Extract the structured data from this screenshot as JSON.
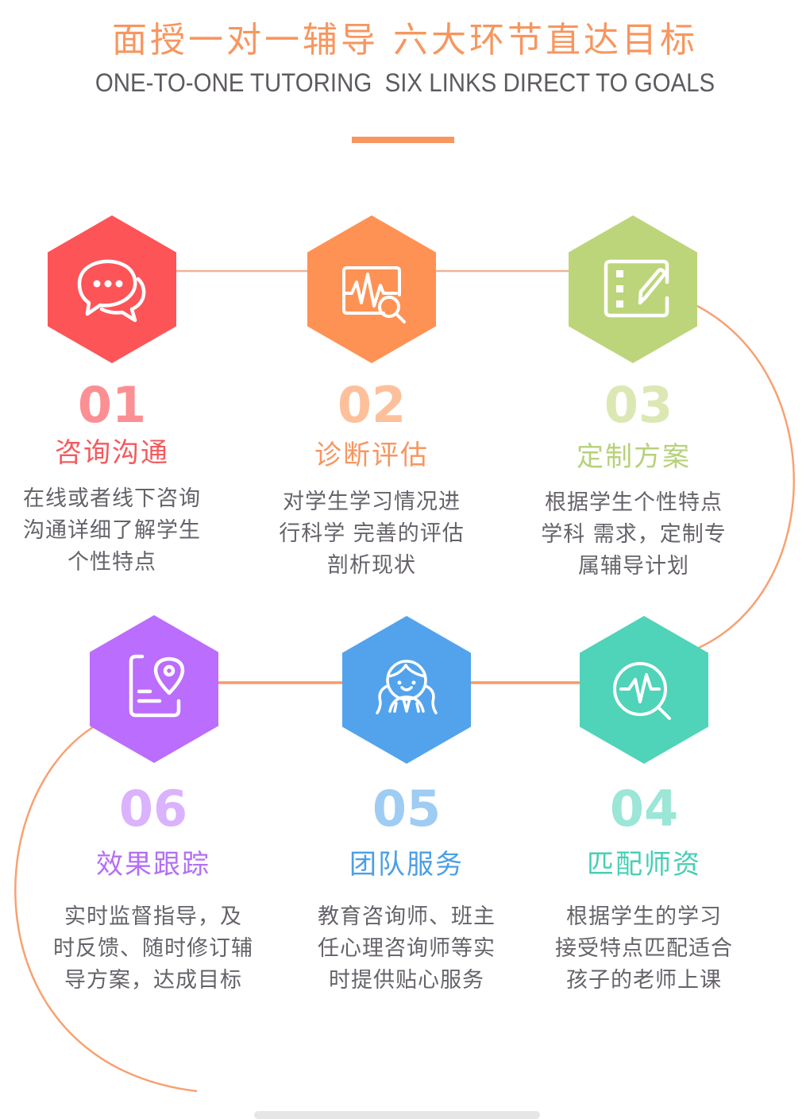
{
  "header": {
    "title_cn": "面授一对一辅导 六大环节直达目标",
    "title_en": "ONE-TO-ONE TUTORING  SIX LINKS DIRECT TO GOALS",
    "accent": "#f7965f"
  },
  "connector_color": "#f7a173",
  "steps": [
    {
      "number": "01",
      "title": "咨询沟通",
      "icon": "chat-bubbles-icon",
      "color": "#fd5458",
      "num_color": "#fc8f93",
      "title_color": "#f45a5e",
      "desc": [
        "在线或者线下咨询",
        "沟通详细了解学生",
        "个性特点"
      ]
    },
    {
      "number": "02",
      "title": "诊断评估",
      "icon": "chart-search-icon",
      "color": "#fe9254",
      "num_color": "#fdc09b",
      "title_color": "#f7965f",
      "desc": [
        "对学生学习情况进",
        "行科学 完善的评估",
        "剖析现状"
      ]
    },
    {
      "number": "03",
      "title": "定制方案",
      "icon": "edit-plan-icon",
      "color": "#bcd57a",
      "num_color": "#dbe8b4",
      "title_color": "#b7d17a",
      "desc": [
        "根据学生个性特点",
        "学科 需求，定制专",
        "属辅导计划"
      ]
    },
    {
      "number": "04",
      "title": "匹配师资",
      "icon": "pulse-search-icon",
      "color": "#4fd3b9",
      "num_color": "#9be6d6",
      "title_color": "#47cfb5",
      "desc": [
        "根据学生的学习",
        "接受特点匹配适合",
        "孩子的老师上课"
      ]
    },
    {
      "number": "05",
      "title": "团队服务",
      "icon": "team-person-icon",
      "color": "#52a3ec",
      "num_color": "#9fccf3",
      "title_color": "#4b9fe5",
      "desc": [
        "教育咨询师、班主",
        "任心理咨询师等实",
        "时提供贴心服务"
      ]
    },
    {
      "number": "06",
      "title": "效果跟踪",
      "icon": "document-location-icon",
      "color": "#bb6dfd",
      "num_color": "#dab2fd",
      "title_color": "#b46ff5",
      "desc": [
        "实时监督指导，及",
        "时反馈、随时修订辅",
        "导方案，达成目标"
      ]
    }
  ]
}
